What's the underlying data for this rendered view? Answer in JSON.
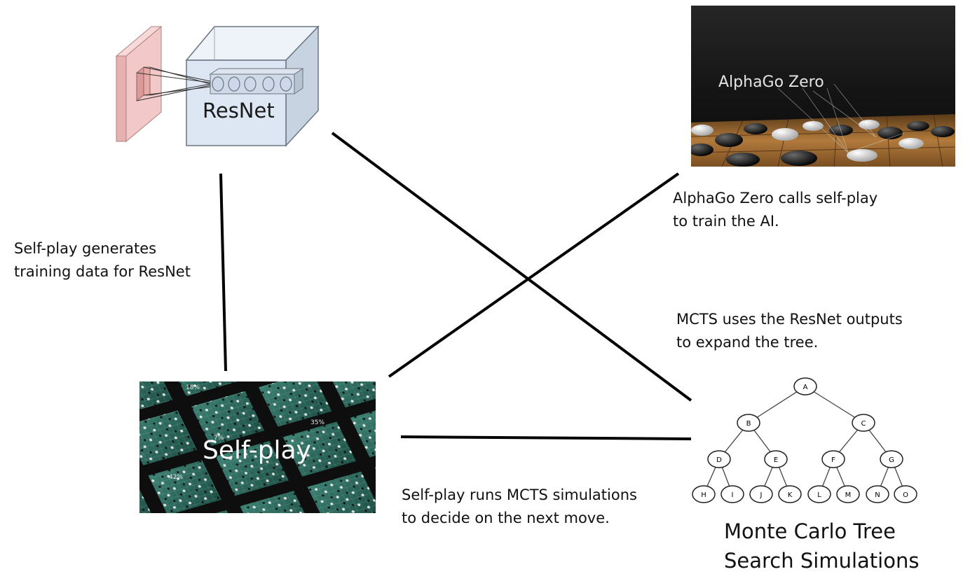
{
  "resnet": {
    "label": "ResNet"
  },
  "alphago": {
    "title": "AlphaGo Zero"
  },
  "selfplay": {
    "label": "Self-play",
    "percents": [
      "18%",
      "35%",
      "42%",
      "7%"
    ]
  },
  "mcts_tree": {
    "nodes": [
      "A",
      "B",
      "C",
      "D",
      "E",
      "F",
      "G",
      "H",
      "I",
      "J",
      "K",
      "L",
      "M",
      "N",
      "O"
    ],
    "caption": [
      "Monte Carlo Tree",
      "Search Simulations"
    ]
  },
  "annotations": {
    "selfplay_to_resnet": [
      "Self-play generates",
      "training data for ResNet"
    ],
    "alphago_to_selfplay": [
      "AlphaGo Zero calls self-play",
      "to train the AI."
    ],
    "mcts_uses_resnet": [
      "MCTS uses the ResNet outputs",
      "to expand the tree."
    ],
    "selfplay_runs_mcts": [
      "Self-play runs MCTS simulations",
      "to decide on the next move."
    ]
  },
  "colors": {
    "connector": "#000000",
    "resnet_face": "#dde6f3",
    "resnet_edge": "#6a7481",
    "input_plane": "#f2c8c8",
    "alphago_bg": "#1d1d1d",
    "board_wood": "#b27a3c",
    "selfplay_board": "#2e6a5e"
  }
}
